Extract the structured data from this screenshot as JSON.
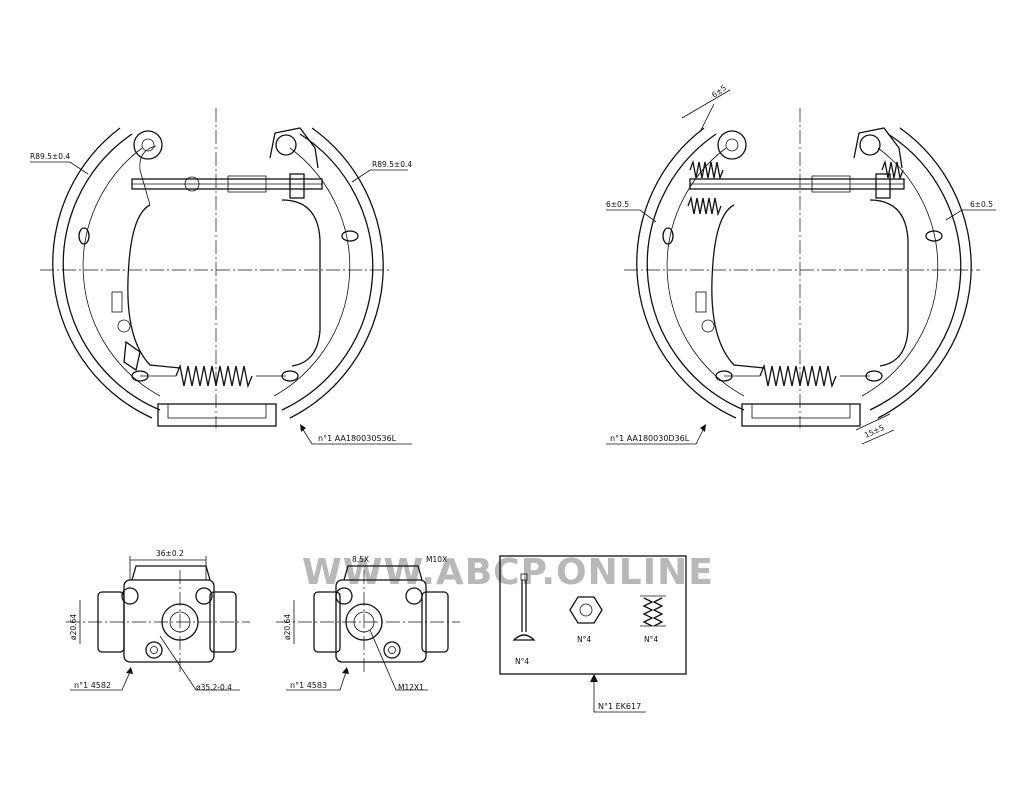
{
  "drawing": {
    "watermark": "WWW.ABCP.ONLINE",
    "left_assembly": {
      "label": "n°1  AA180030S36L",
      "dim_left": "R89.5±0.4",
      "dim_right": "R89.5±0.4"
    },
    "right_assembly": {
      "label": "n°1  AA180030D36L",
      "dim_top": "6±5",
      "dim_left": "6±0.5",
      "dim_right": "6±0.5",
      "dim_bottom": "15±5"
    },
    "cylinder_left": {
      "label": "n°1  4582",
      "dim_width": "36±0.2",
      "dim_bore": "ø20.64",
      "dim_diameter": "ø35.2-0.4"
    },
    "cylinder_right": {
      "label": "n°1  4583",
      "dim_bore": "ø20.64",
      "dim_thread": "M12X1",
      "dim_top_left": "8.5X",
      "dim_top_right": "M10X"
    },
    "kit": {
      "label": "N°1  EK617",
      "pin_label": "N°4",
      "nut_label": "N°4",
      "spring_label": "N°4"
    }
  }
}
